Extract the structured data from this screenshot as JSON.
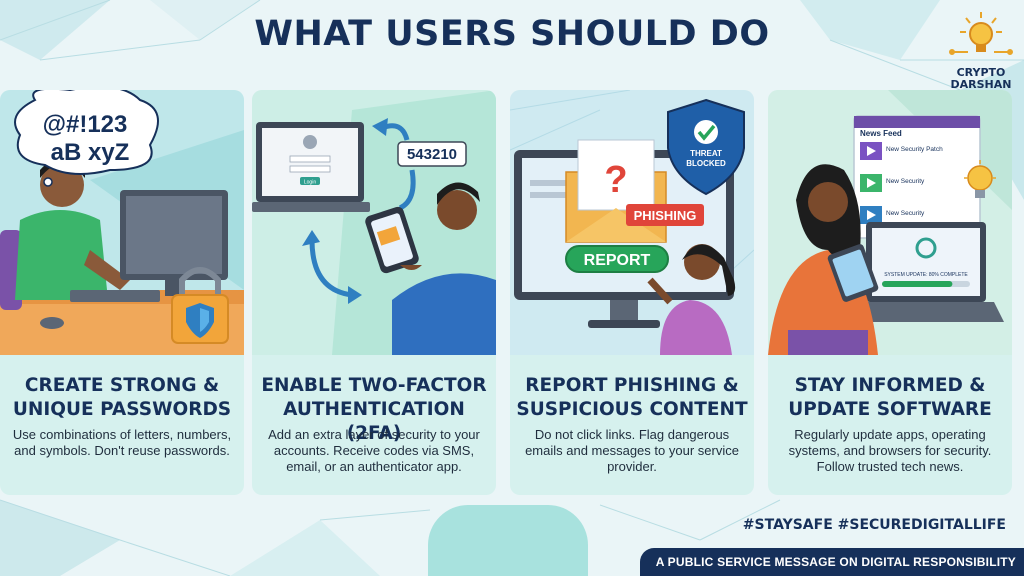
{
  "title": "WHAT USERS SHOULD DO",
  "logo": {
    "line1": "CRYPTO",
    "line2": "DARSHAN"
  },
  "cards": [
    {
      "title_line1": "CREATE STRONG &",
      "title_line2": "UNIQUE PASSWORDS",
      "text": "Use combinations of letters, numbers, and symbols. Don't reuse passwords.",
      "bubble_line1": "@#!123",
      "bubble_line2": "aB xyZ"
    },
    {
      "title_line1": "ENABLE TWO-FACTOR",
      "title_line2": "AUTHENTICATION (2FA)",
      "text": "Add an extra layer of security to your accounts. Receive codes via SMS, email, or an authenticator app.",
      "code": "543210",
      "login_button": "Login"
    },
    {
      "title_line1": "REPORT PHISHING &",
      "title_line2": "SUSPICIOUS CONTENT",
      "text": "Do not click links. Flag dangerous emails and messages to your service provider.",
      "shield_line1": "THREAT",
      "shield_line2": "BLOCKED",
      "phishing_tag": "PHISHING",
      "report_button": "REPORT"
    },
    {
      "title_line1": "STAY INFORMED &",
      "title_line2": "UPDATE SOFTWARE",
      "text": "Regularly update apps, operating systems, and browsers for security. Follow trusted tech news.",
      "news_header": "News Feed",
      "news_items": [
        "New Security Patch",
        "New Security",
        "New Security"
      ],
      "update_text": "SYSTEM UPDATE: 80% COMPLETE",
      "update_progress": 0.8
    }
  ],
  "hashtags": "#STAYSAFE #SECUREDIGITALLIFE",
  "footer": "A PUBLIC SERVICE MESSAGE ON DIGITAL RESPONSIBILITY",
  "colors": {
    "navy": "#16305a",
    "teal": "#2f9f8f",
    "card_bg": "#d6f1ee",
    "phishing_red": "#e0453a",
    "report_green": "#27a55a"
  }
}
